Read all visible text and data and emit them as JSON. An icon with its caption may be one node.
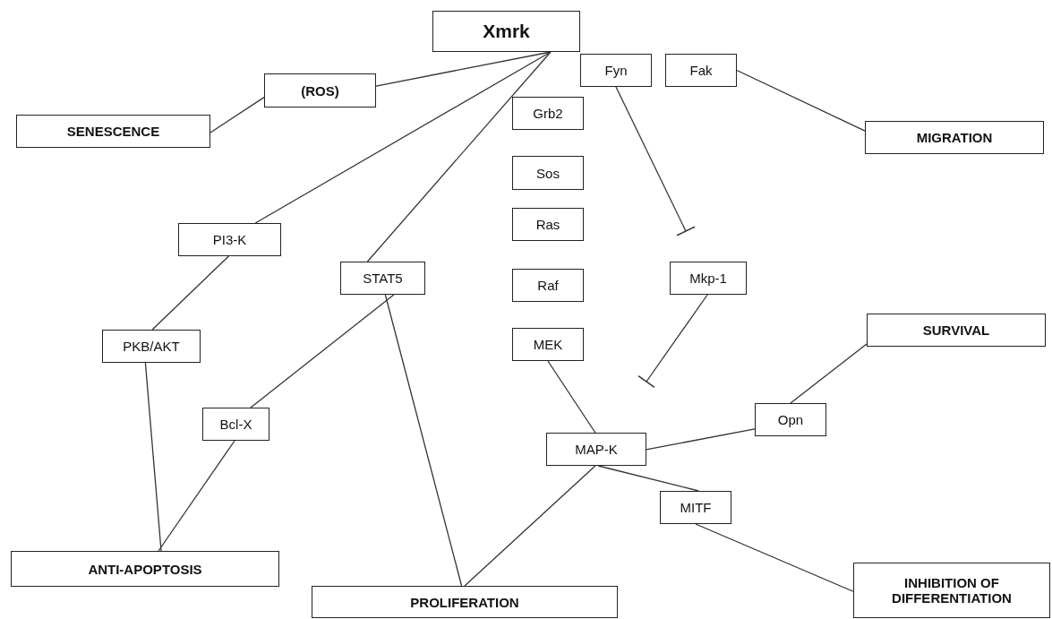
{
  "diagram": {
    "nodes": [
      {
        "text": [
          "Xmrk"
        ]
      },
      {
        "text": [
          "(ROS)"
        ]
      },
      {
        "text": [
          "SENESCENCE"
        ]
      },
      {
        "text": [
          "Fyn"
        ]
      },
      {
        "text": [
          "Fak"
        ]
      },
      {
        "text": [
          "Grb2"
        ]
      },
      {
        "text": [
          "MIGRATION"
        ]
      },
      {
        "text": [
          "Sos"
        ]
      },
      {
        "text": [
          "Ras"
        ]
      },
      {
        "text": [
          "PI3-K"
        ]
      },
      {
        "text": [
          "STAT5"
        ]
      },
      {
        "text": [
          "Raf"
        ]
      },
      {
        "text": [
          "Mkp-1"
        ]
      },
      {
        "text": [
          "MEK"
        ]
      },
      {
        "text": [
          "SURVIVAL"
        ]
      },
      {
        "text": [
          "PKB/AKT"
        ]
      },
      {
        "text": [
          "Opn"
        ]
      },
      {
        "text": [
          "Bcl-X"
        ]
      },
      {
        "text": [
          "MAP-K"
        ]
      },
      {
        "text": [
          "MITF"
        ]
      },
      {
        "text": [
          "ANTI-APOPTOSIS"
        ]
      },
      {
        "text": [
          "PROLIFERATION"
        ]
      },
      {
        "text": [
          "INHIBITION OF DIFFERENTIATION"
        ]
      }
    ],
    "edges": [
      {
        "from": 0,
        "to": 1,
        "arrow": "none"
      },
      {
        "from": 1,
        "to": 2,
        "arrow": "none"
      },
      {
        "from": 0,
        "to": 9,
        "arrow": "none"
      },
      {
        "from": 0,
        "to": 10,
        "arrow": "none"
      },
      {
        "from": 4,
        "to": 6,
        "arrow": "none"
      },
      {
        "from": 3,
        "to": null,
        "arrow": "other"
      },
      {
        "from": 12,
        "to": null,
        "arrow": "other"
      },
      {
        "from": 9,
        "to": 15,
        "arrow": "none"
      },
      {
        "from": 10,
        "to": 17,
        "arrow": "none"
      },
      {
        "from": 10,
        "to": 21,
        "arrow": "none"
      },
      {
        "from": 15,
        "to": 20,
        "arrow": "none"
      },
      {
        "from": 17,
        "to": 20,
        "arrow": "none"
      },
      {
        "from": 13,
        "to": 18,
        "arrow": "none"
      },
      {
        "from": 18,
        "to": 16,
        "arrow": "none"
      },
      {
        "from": 16,
        "to": 14,
        "arrow": "none"
      },
      {
        "from": 18,
        "to": 21,
        "arrow": "none"
      },
      {
        "from": 18,
        "to": 19,
        "arrow": "none"
      },
      {
        "from": 19,
        "to": 22,
        "arrow": "none"
      }
    ]
  }
}
